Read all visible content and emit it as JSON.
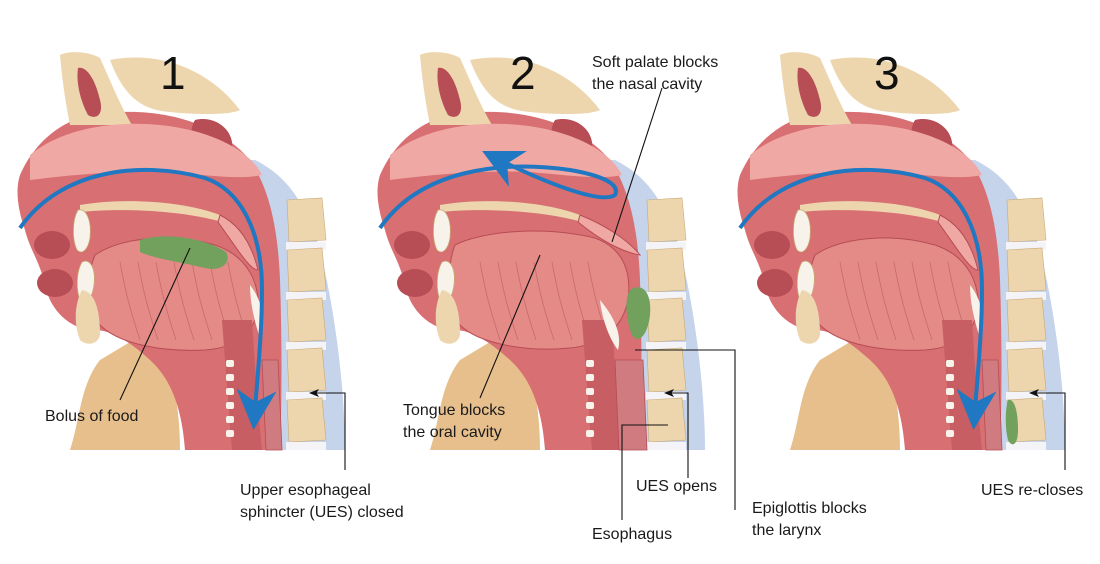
{
  "panels": [
    {
      "number": "1",
      "labels": {
        "bolus": "Bolus of food",
        "ues_line1": "Upper esophageal",
        "ues_line2": "sphincter (UES) closed"
      }
    },
    {
      "number": "2",
      "labels": {
        "soft_palate_line1": "Soft palate blocks",
        "soft_palate_line2": "the nasal cavity",
        "tongue_line1": "Tongue blocks",
        "tongue_line2": "the oral cavity",
        "ues_opens": "UES opens",
        "epiglottis_line1": "Epiglottis blocks",
        "epiglottis_line2": "the larynx",
        "esophagus": "Esophagus"
      }
    },
    {
      "number": "3",
      "labels": {
        "ues_recloses": "UES re-closes"
      }
    }
  ],
  "colors": {
    "skin": "#e6bf8c",
    "flesh": "#d86f72",
    "flesh_dark": "#b74d55",
    "flesh_light": "#f0a8a4",
    "bone": "#edd6ae",
    "bone_dark": "#c9a873",
    "spine_disc": "#f4f4f8",
    "bolus": "#72a05d",
    "arrow": "#1f78c1",
    "cartilage": "#f7f3ea",
    "airway": "#c5d4ea"
  }
}
